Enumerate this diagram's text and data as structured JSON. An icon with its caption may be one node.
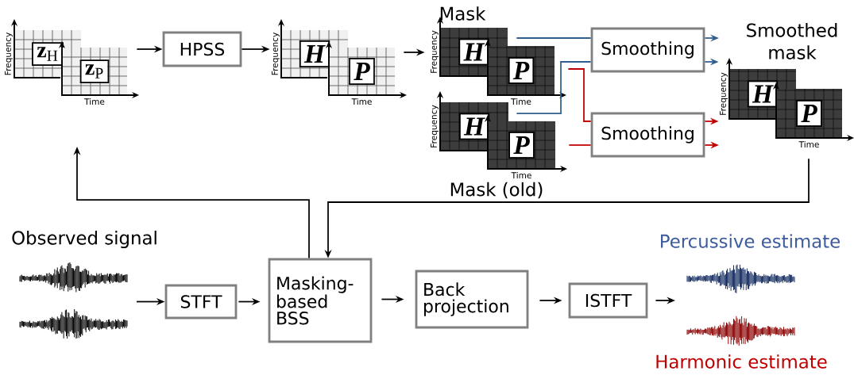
{
  "diagram": {
    "nodes": [
      {
        "text": [
          "**z**$_{H}$"
        ],
        "beside": [
          "Frequency"
        ]
      },
      {
        "text": [
          "**z**$_{P}$"
        ],
        "beside": [
          "Time"
        ]
      },
      {
        "text": [
          "HPSS"
        ]
      },
      {
        "text": [
          "H"
        ],
        "beside": [
          "Frequency"
        ]
      },
      {
        "text": [
          "P"
        ],
        "beside": [
          "Time"
        ]
      },
      {
        "text": [
          "H"
        ],
        "beside": [
          "Frequency"
        ]
      },
      {
        "text": [
          "P"
        ],
        "beside": [
          "Time"
        ]
      },
      {
        "text": [
          "H"
        ],
        "beside": [
          "Frequency"
        ]
      },
      {
        "text": [
          "P"
        ],
        "beside": [
          "Time"
        ]
      },
      {
        "text": [
          "Smoothing"
        ]
      },
      {
        "text": [
          "Smoothing"
        ]
      },
      {
        "text": [
          "H"
        ],
        "beside": [
          "Frequency"
        ]
      },
      {
        "text": [
          "P"
        ],
        "beside": [
          "Time"
        ]
      },
      {
        "text": [],
        "shape": "picture",
        "beside": [
          "Observed signal"
        ]
      },
      {
        "text": [],
        "shape": "picture"
      },
      {
        "text": [
          "STFT"
        ]
      },
      {
        "text": [
          "Masking-based BSS"
        ]
      },
      {
        "text": [
          "Back projection"
        ]
      },
      {
        "text": [
          "ISTFT"
        ]
      },
      {
        "text": [],
        "shape": "picture",
        "beside": [
          "Percussive estimate"
        ]
      },
      {
        "text": [],
        "shape": "picture",
        "beside": [
          "Harmonic estimate"
        ]
      }
    ],
    "edges": [
      {
        "from": 1,
        "to": 2,
        "arrow": "to"
      },
      {
        "from": 2,
        "to": 3,
        "arrow": "to"
      },
      {
        "from": 4,
        "to": 5,
        "arrow": "to"
      },
      {
        "from": 5,
        "to": 9,
        "arrow": "none",
        "color": "#2e5f8f"
      },
      {
        "from": 7,
        "to": 9,
        "arrow": "none",
        "color": "#2e5f8f"
      },
      {
        "from": 6,
        "to": 10,
        "arrow": "none",
        "color": "#c00000"
      },
      {
        "from": 8,
        "to": 10,
        "arrow": "none",
        "color": "#c00000"
      },
      {
        "from": 9,
        "to": null,
        "arrow": "to",
        "color": "#2e5f8f"
      },
      {
        "from": 9,
        "to": 11,
        "arrow": "to",
        "color": "#2e5f8f"
      },
      {
        "from": 10,
        "to": 11,
        "arrow": "to",
        "color": "#c00000"
      },
      {
        "from": 10,
        "to": null,
        "arrow": "to",
        "color": "#c00000"
      },
      {
        "from": null,
        "to": 15,
        "arrow": "to"
      },
      {
        "from": 15,
        "to": 16,
        "arrow": "to"
      },
      {
        "from": 16,
        "to": 17,
        "arrow": "to"
      },
      {
        "from": 17,
        "to": 18,
        "arrow": "to"
      },
      {
        "from": 18,
        "to": null,
        "arrow": "to"
      },
      {
        "from": 16,
        "to": null,
        "arrow": "to"
      },
      {
        "from": 12,
        "to": 16,
        "arrow": "to"
      }
    ],
    "labels": [
      "Mask",
      "Smoothed mask",
      "Mask (old)"
    ]
  }
}
